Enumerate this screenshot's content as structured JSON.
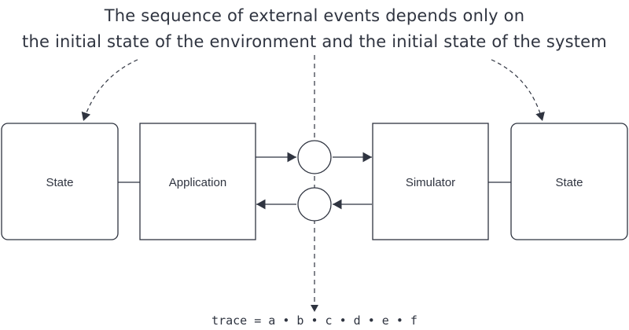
{
  "annotation": {
    "line1": "The sequence of external events depends only on",
    "line2": "the initial state of the environment and the initial state of the system"
  },
  "boxes": {
    "left_state": "State",
    "application": "Application",
    "simulator": "Simulator",
    "right_state": "State"
  },
  "trace": {
    "text": "trace = a • b • c • d • e • f"
  },
  "colors": {
    "stroke": "#2f3440",
    "text": "#2f3440",
    "background": "#ffffff"
  }
}
